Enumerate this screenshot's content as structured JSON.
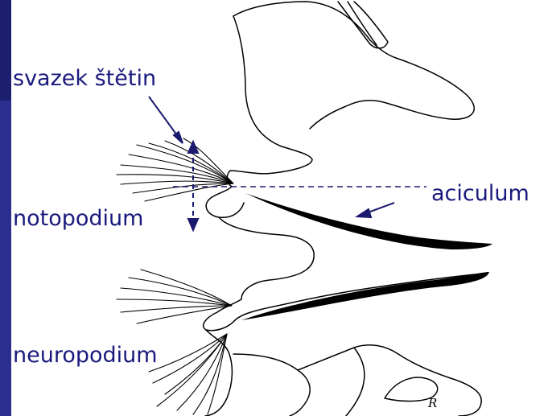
{
  "labels": {
    "bristle_bundle": "svazek štětin",
    "notopodium": "notopodium",
    "neuropodium": "neuropodium",
    "aciculum": "aciculum"
  },
  "signature": "R",
  "colors": {
    "accent_bar": "#2b2d8f",
    "label_text": "#1a1a7e",
    "annotation": "#1a1a6e",
    "line_art": "#000000"
  }
}
